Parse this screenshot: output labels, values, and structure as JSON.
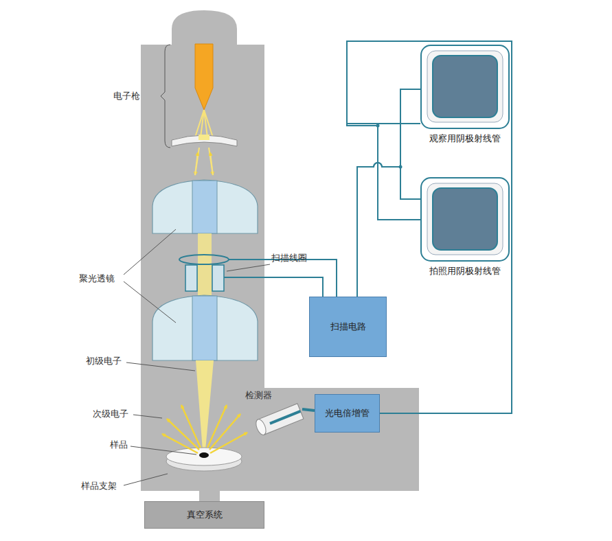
{
  "diagram": {
    "nodes": [
      {
        "text": [
          "观察用阴极射线管"
        ]
      },
      {
        "text": [
          "拍照用阴极射线管"
        ]
      },
      {
        "text": [
          "扫描电路"
        ]
      },
      {
        "text": [
          "光电倍增管"
        ]
      },
      {
        "text": [
          "真空系统"
        ]
      }
    ],
    "edges": [
      {
        "from": 3,
        "to": 0,
        "arrow": "none"
      },
      {
        "from": 3,
        "to": 1,
        "arrow": "none"
      },
      {
        "from": 2,
        "to": 0,
        "arrow": "none"
      },
      {
        "from": 2,
        "to": 1,
        "arrow": "none"
      }
    ],
    "labels": [
      "电子枪",
      "扫描线圈",
      "聚光透镜",
      "初级电子",
      "检测器",
      "次级电子",
      "样品",
      "样品支架"
    ]
  }
}
